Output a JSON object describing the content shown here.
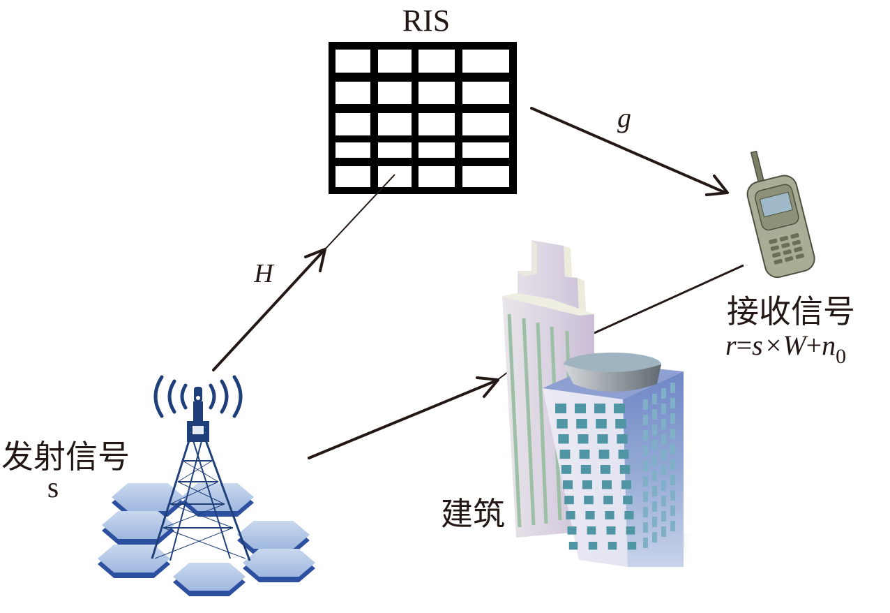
{
  "diagram": {
    "ris": {
      "title": "RIS",
      "rows": 5,
      "cols": 4
    },
    "channels": {
      "h_label": "H",
      "g_label": "g"
    },
    "transmitter": {
      "label": "发射信号",
      "symbol": "s"
    },
    "receiver": {
      "label": "接收信号",
      "formula": {
        "r": "r",
        "eq": "=",
        "s": "s",
        "times": "×",
        "w": "W",
        "plus": "+",
        "n": "n",
        "sub": "0"
      }
    },
    "building": {
      "label": "建筑"
    },
    "colors": {
      "ink": "#231815",
      "tower_blue": "#1f3f7a",
      "hex_top": "#b7cbe6",
      "hex_side": "#2d4fa0",
      "phone_body": "#a9ad96",
      "phone_screen": "#9fb9c9",
      "tower_building": "#dcd6e2",
      "tower_stripe": "#9dbfa5",
      "office_front": "#e4e6f3",
      "office_side": "#7f93c9",
      "office_window": "#4f95a4",
      "roof_disc": "#9fb3c0"
    }
  }
}
